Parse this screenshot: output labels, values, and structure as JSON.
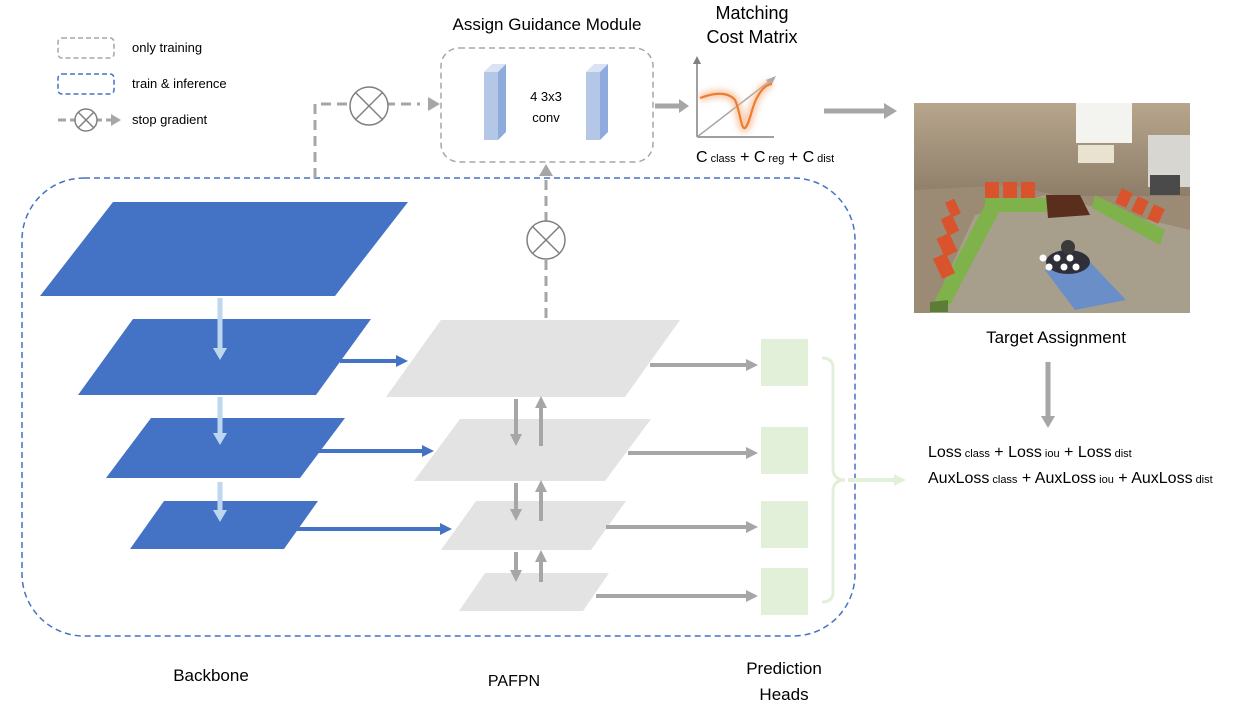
{
  "legend": {
    "only_training": "only training",
    "train_inference": "train & inference",
    "stop_gradient": "stop gradient"
  },
  "assign_module": {
    "title": "Assign Guidance Module",
    "conv_line1": "4 3x3",
    "conv_line2": "conv"
  },
  "cost_matrix": {
    "title_line1": "Matching",
    "title_line2": "Cost Matrix",
    "formula": [
      {
        "text": "C",
        "sub": "class"
      },
      {
        "text": " + C",
        "sub": "reg"
      },
      {
        "text": " + C",
        "sub": "dist"
      }
    ]
  },
  "target": {
    "label": "Target Assignment"
  },
  "loss": {
    "line1": [
      {
        "text": "Loss",
        "sub": "class"
      },
      {
        "text": " + Loss",
        "sub": "iou"
      },
      {
        "text": " + Loss",
        "sub": "dist"
      }
    ],
    "line2": [
      {
        "text": "AuxLoss",
        "sub": "class"
      },
      {
        "text": " + AuxLoss",
        "sub": "iou"
      },
      {
        "text": " + AuxLoss",
        "sub": "dist"
      }
    ]
  },
  "sections": {
    "backbone": "Backbone",
    "pafpn": "PAFPN",
    "heads_line1": "Prediction",
    "heads_line2": "Heads"
  },
  "colors": {
    "backbone_fill": "#4472C4",
    "pafpn_fill": "#E3E3E3",
    "head_fill": "#E2F0D9",
    "arrow_gray": "#A6A6A6",
    "arrow_blue": "#4472C4",
    "dashed_blue": "#4472C4",
    "dashed_gray": "#A6A6A6",
    "curve_orange": "#ED7D31"
  }
}
